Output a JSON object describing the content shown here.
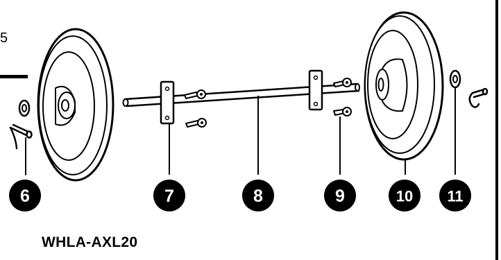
{
  "diagram": {
    "corner_fragment": "5",
    "model_code": "WHLA-AXL20",
    "callouts": [
      "6",
      "7",
      "8",
      "9",
      "10",
      "11"
    ]
  },
  "colors": {
    "ink": "#000000",
    "paper": "#ffffff",
    "shading": "#e6e6e6"
  }
}
